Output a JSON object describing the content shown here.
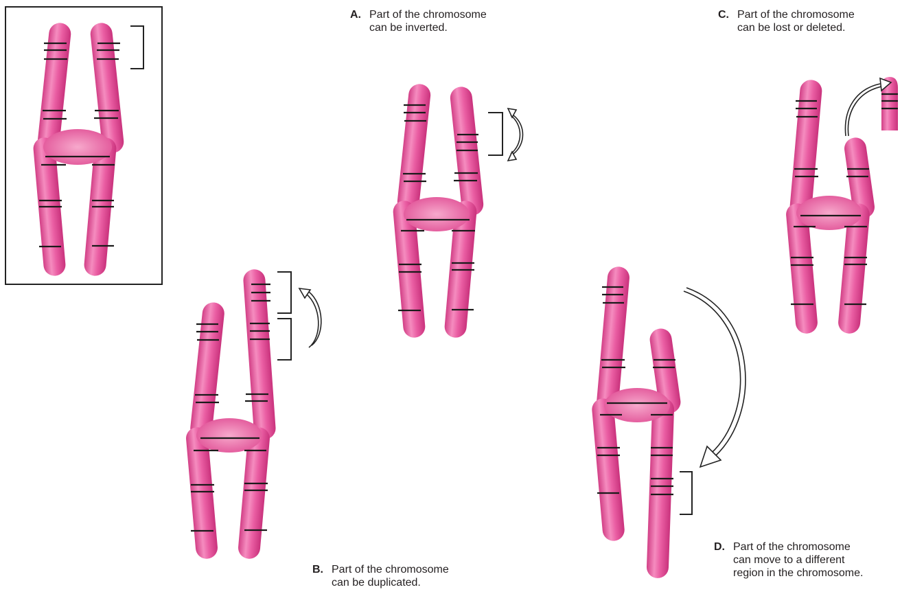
{
  "figure": {
    "original_label": "",
    "captions": {
      "a": {
        "letter": "A.",
        "lines": [
          "Part of the chromosome",
          "can be inverted."
        ]
      },
      "b": {
        "letter": "B.",
        "lines": [
          "Part of the chromosome",
          "can be duplicated."
        ]
      },
      "c": {
        "letter": "C.",
        "lines": [
          "Part of the chromosome",
          "can be lost or deleted."
        ]
      },
      "d": {
        "letter": "D.",
        "lines": [
          "Part of the chromosome",
          "can move to a different",
          "region in the chromosome."
        ]
      }
    }
  },
  "colors": {
    "chromosome_fill": "#e8559a",
    "chromosome_highlight": "#f6a4c9",
    "chromosome_shadow": "#c8357a",
    "band": "#1a1a1a",
    "arrow_outline": "#222222",
    "frame": "#222222",
    "text": "#231f20"
  },
  "icons": {
    "inversion": "double-headed-curved-arrow",
    "duplication": "curved-arrow",
    "deletion": "curved-arrow",
    "translocation": "long-curved-arrow"
  }
}
